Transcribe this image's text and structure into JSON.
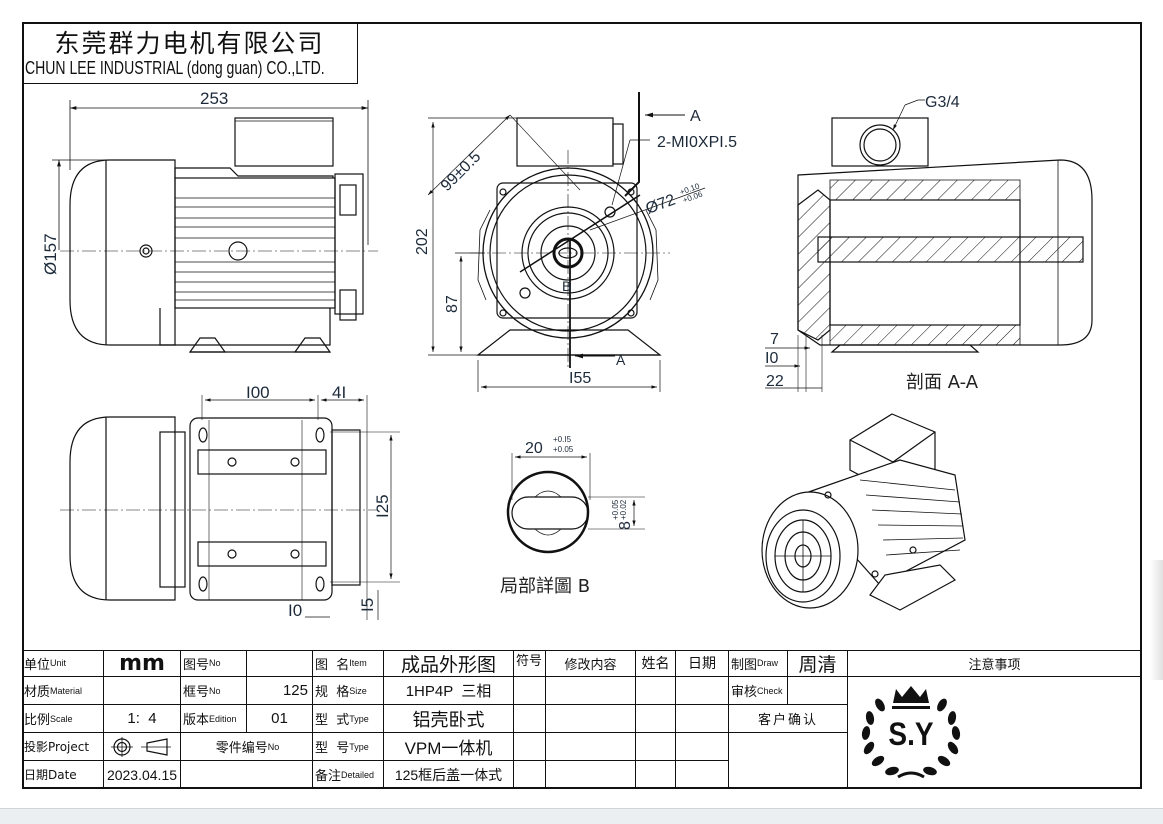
{
  "company": {
    "name_cn": "东莞群力电机有限公司",
    "name_en": "CHUN LEE INDUSTRIAL (dong guan) CO.,LTD."
  },
  "side_view": {
    "overall_length": "253",
    "diameter": "Ø157"
  },
  "front_view": {
    "section_marker_top": "A",
    "section_marker_bottom": "A",
    "thread_callout": "2-MI0XPI.5",
    "box_height": "99±0.5",
    "flange_diameter": "Ø72",
    "flange_tol_upper": "+0.10",
    "flange_tol_lower": "+0.06",
    "total_height": "202",
    "shaft_height": "87",
    "base_width": "I55",
    "detail_marker": "B"
  },
  "section_view": {
    "conduit": "G3/4",
    "dim_7": "7",
    "dim_10": "I0",
    "dim_22": "22",
    "title": "剖面 A-A"
  },
  "top_view": {
    "hole_spacing_length": "I00",
    "dim_41": "4I",
    "hole_spacing_width": "I25",
    "dim_10": "I0",
    "dim_15": "I5"
  },
  "detail_b": {
    "width": "20",
    "width_tol_upper": "+0.I5",
    "width_tol_lower": "+0.05",
    "slot": "8",
    "slot_tol_upper": "+0.05",
    "slot_tol_lower": "+0.02",
    "title": "局部詳圖 B"
  },
  "title_block": {
    "unit_label": "单位",
    "unit_label_en": "Unit",
    "unit_value": "mm",
    "material_label": "材质",
    "material_label_en": "Material",
    "material_value": "",
    "scale_label": "比例",
    "scale_label_en": "Scale",
    "scale_value": "1:  4",
    "project_label": "投影Project",
    "date_label": "日期Date",
    "date_value": "2023.04.15",
    "drawing_no_label": "图号",
    "drawing_no_label_en": "No",
    "drawing_no_value": "",
    "frame_no_label": "框号",
    "frame_no_label_en": "No",
    "frame_no_value": "125",
    "edition_label": "版本",
    "edition_label_en": "Edition",
    "edition_value": "01",
    "part_no_label": "零件编号",
    "part_no_label_en": "No",
    "item_label": "图  名",
    "item_label_en": "Item",
    "item_value": "成品外形图",
    "size_label": "规  格",
    "size_label_en": "Size",
    "size_value": "1HP4P  三相",
    "type_label": "型  式",
    "type_label_en": "Type",
    "type_value": "铝壳卧式",
    "model_label": "型  号",
    "model_label_en": "Type",
    "model_value": "VPM一体机",
    "remark_label": "备注",
    "remark_label_en": "Detailed",
    "remark_value": "125框后盖一体式",
    "rev_symbol": "符号",
    "rev_content": "修改内容",
    "rev_name": "姓名",
    "rev_date": "日期",
    "draw_label": "制图",
    "draw_label_en": "Draw",
    "draw_value": "周清",
    "check_label": "审核",
    "check_label_en": "Check",
    "check_value": "",
    "customer_confirm": "客户确认",
    "notes_header": "注意事项",
    "logo_text": "S.Y"
  },
  "colors": {
    "line": "#111111",
    "dimension_text": "#1c2a3a",
    "background": "#ffffff"
  }
}
